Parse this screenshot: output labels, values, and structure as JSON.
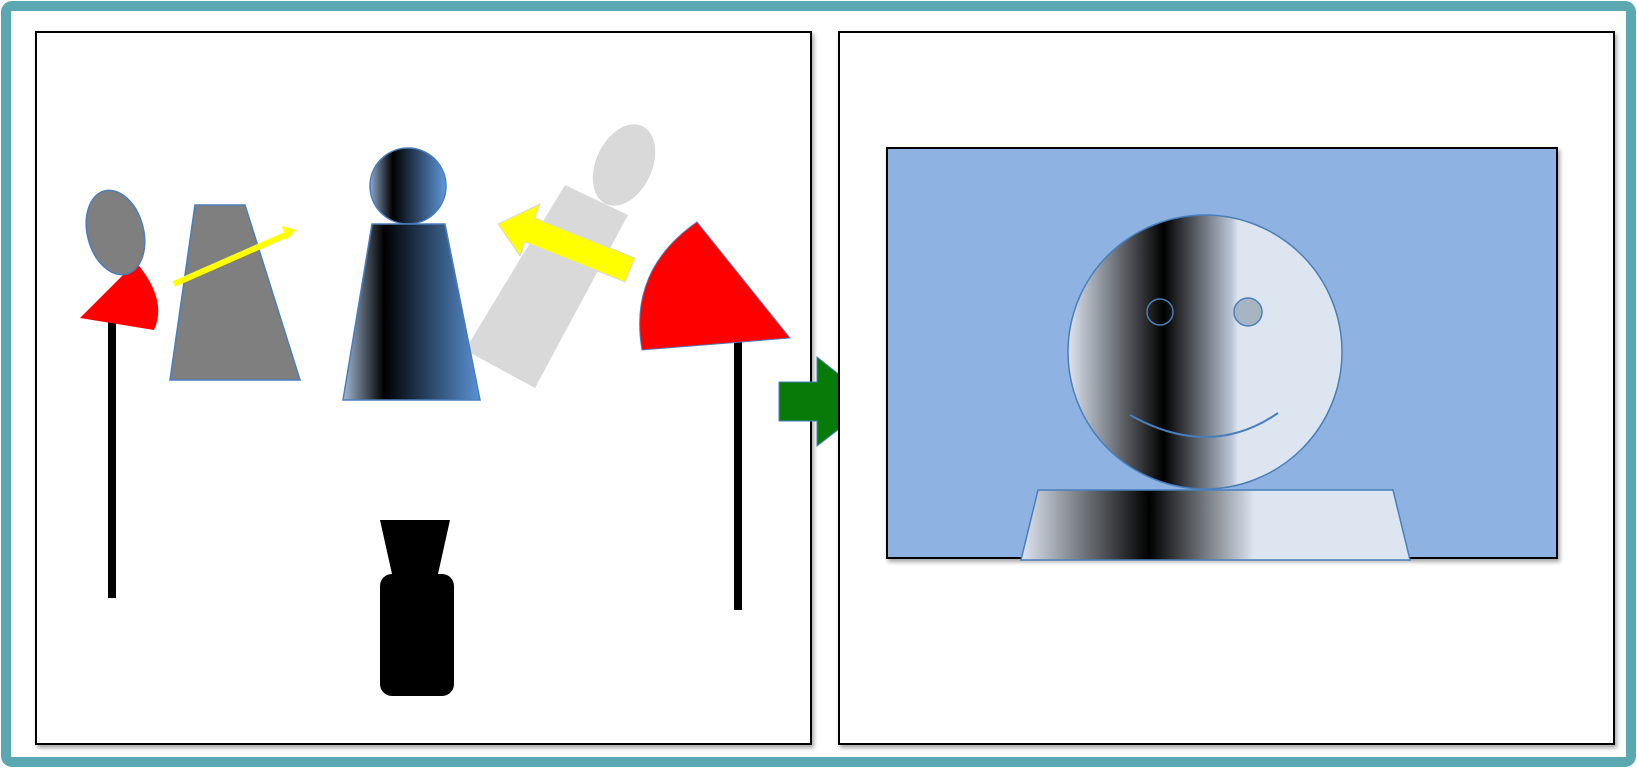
{
  "colors": {
    "frame": "#5BA8B2",
    "panel_border": "#000000",
    "screen_bg": "#8EB3E3",
    "arrow_transition": "#087A08",
    "light_head": "#FF0000",
    "light_stand": "#000000",
    "camera": "#000000",
    "key_light_arrow": "#FFFF00",
    "figure_dark": "#7F7F7F",
    "figure_light": "#D9D9D9",
    "shape_outline": "#4A7EBB",
    "subject_gradient": [
      "#000000",
      "#5A92D6"
    ],
    "screen_subject_gradient": [
      "#DDE5F1",
      "#000000",
      "#DDE5F1"
    ]
  },
  "left_panel": {
    "elements": [
      {
        "name": "left-light",
        "icon": "red-lamp-icon"
      },
      {
        "name": "right-light",
        "icon": "red-lamp-icon"
      },
      {
        "name": "camera",
        "icon": "camera-icon"
      },
      {
        "name": "subject-center",
        "icon": "person-figure-icon"
      },
      {
        "name": "subject-left-shadow",
        "icon": "person-figure-icon"
      },
      {
        "name": "subject-right-shadow",
        "icon": "person-figure-icon"
      },
      {
        "name": "light-direction-arrows",
        "icon": "yellow-arrow-icon"
      }
    ]
  },
  "right_panel": {
    "elements": [
      {
        "name": "screen",
        "icon": "screen-icon"
      },
      {
        "name": "smiley-face",
        "icon": "smiley-face-icon"
      },
      {
        "name": "shoulders",
        "icon": "trapezoid-icon"
      }
    ]
  },
  "transition_arrow": {
    "icon": "right-arrow-icon"
  }
}
